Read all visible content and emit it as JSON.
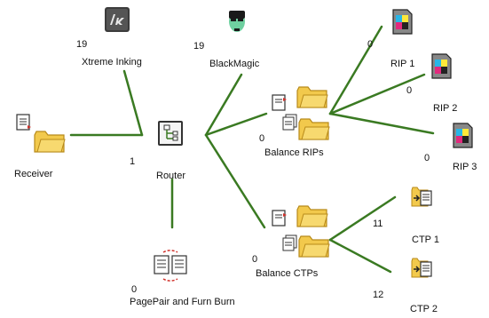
{
  "nodes": {
    "xtreme_inking": {
      "label": "Xtreme Inking",
      "count": "19"
    },
    "blackmagic": {
      "label": "BlackMagic",
      "count": "19"
    },
    "receiver": {
      "label": "Receiver"
    },
    "router": {
      "label": "Router",
      "count": "1"
    },
    "pagepair": {
      "label": "PagePair and Furn Burn",
      "count": "0"
    },
    "balance_rips": {
      "label": "Balance RIPs",
      "count": "0"
    },
    "balance_ctps": {
      "label": "Balance CTPs",
      "count": "0"
    },
    "rip1": {
      "label": "RIP 1",
      "count": "0"
    },
    "rip2": {
      "label": "RIP 2",
      "count": "0"
    },
    "rip3": {
      "label": "RIP 3",
      "count": "0"
    },
    "ctp1": {
      "label": "CTP 1",
      "count": "11"
    },
    "ctp2": {
      "label": "CTP 2",
      "count": "12"
    }
  },
  "colors": {
    "link": "#3a7a22",
    "folder": "#f2c94c",
    "folder_edge": "#b88a1a",
    "cyan": "#27b6e8",
    "magenta": "#e2297d",
    "yellow": "#ffe83a",
    "black": "#222222"
  },
  "icons": {
    "xtreme_inking": "ink-app-icon",
    "blackmagic": "blackmagic-app-icon",
    "receiver": "folder-icon",
    "router": "router-icon",
    "pagepair": "pagepair-icon",
    "balance": "folder-icon",
    "rip": "rip-cmyk-icon",
    "ctp": "ctp-plate-icon"
  }
}
